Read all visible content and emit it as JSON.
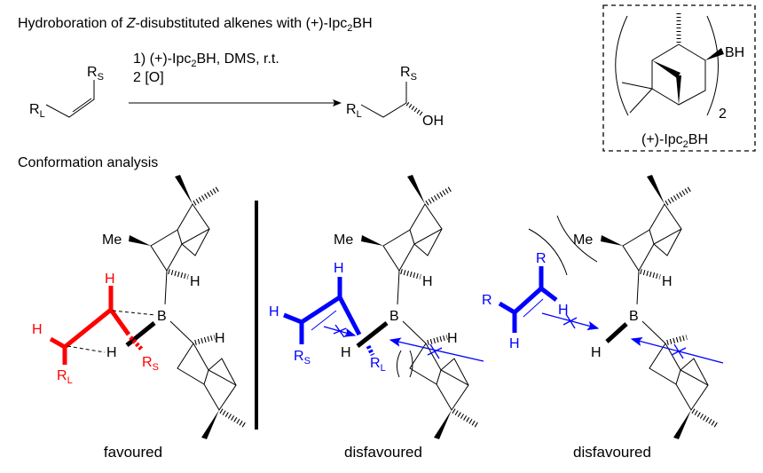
{
  "title": {
    "main": "Hydroboration of ",
    "italic": "Z",
    "rest": "-disubstituted alkenes with (+)-Ipc",
    "sub": "2",
    "end": "BH"
  },
  "reaction": {
    "step1_pre": "1) (+)-Ipc",
    "step1_sub": "2",
    "step1_post": "BH, DMS, r.t.",
    "step2": "2 [O]",
    "start": {
      "rl": "R",
      "rl_sub": "L",
      "rs": "R",
      "rs_sub": "S"
    },
    "product": {
      "rl": "R",
      "rl_sub": "L",
      "rs": "R",
      "rs_sub": "S",
      "oh": "OH"
    }
  },
  "reagent_box": {
    "bh": "BH",
    "multiplier": "2",
    "label_pre": "(+)-Ipc",
    "label_sub": "2",
    "label_post": "BH"
  },
  "section_title": "Conformation analysis",
  "atoms": {
    "me": "Me",
    "h": "H",
    "b": "B",
    "r": "R",
    "rl": "R",
    "l": "L",
    "s": "S"
  },
  "panels": [
    {
      "caption": "favoured",
      "highlight_color": "#ff0000"
    },
    {
      "caption": "disfavoured",
      "highlight_color": "#0000ff"
    },
    {
      "caption": "disfavoured",
      "highlight_color": "#0000ff"
    }
  ]
}
